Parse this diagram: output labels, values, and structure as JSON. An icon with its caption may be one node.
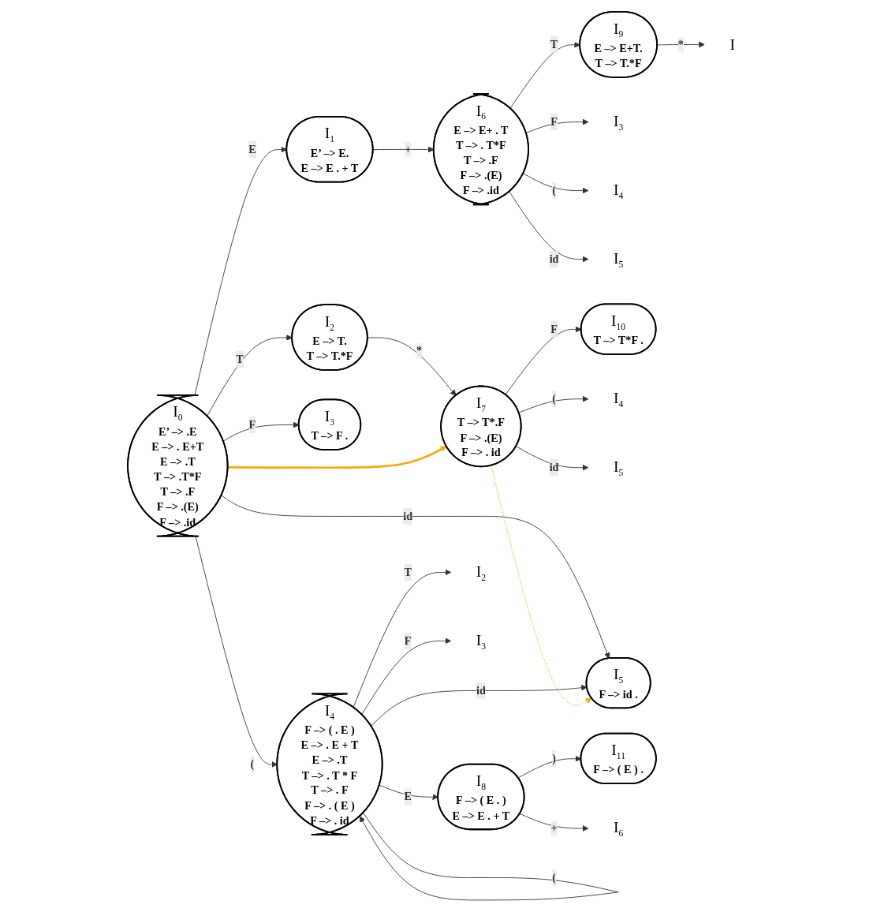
{
  "diagram": {
    "nodes": [
      {
        "text": [
          "I$_{0}$",
          "E’ –> .E",
          "E –> . E+T",
          "E –> .T",
          "T –> .T*F",
          "T –> .F",
          "F –> .(E)",
          "F –> .id"
        ]
      },
      {
        "text": [
          "I$_{1}$",
          "E’ –> E.",
          "E –> E . + T"
        ]
      },
      {
        "text": [
          "I$_{6}$",
          "E –> E+ . T",
          "T –> . T*F",
          "T –> .F",
          "F –> .(E)",
          "F –> .id"
        ]
      },
      {
        "text": [
          "I$_{9}$",
          "E –> E+T.",
          "T –> T.*F"
        ]
      },
      {
        "text": [
          "I"
        ]
      },
      {
        "text": [
          "I$_{3}$"
        ]
      },
      {
        "text": [
          "I$_{4}$"
        ]
      },
      {
        "text": [
          "I$_{5}$"
        ]
      },
      {
        "text": [
          "I$_{2}$",
          "E –> T.",
          "T –> T.*F"
        ]
      },
      {
        "text": [
          "I$_{7}$",
          "T –> T*.F",
          "F –> .(E)",
          "F –> . id"
        ]
      },
      {
        "text": [
          "I$_{10}$",
          "T –> T*F ."
        ]
      },
      {
        "text": [
          "I$_{4}$"
        ]
      },
      {
        "text": [
          "I$_{5}$"
        ]
      },
      {
        "text": [
          "I$_{3}$",
          "T –> F ."
        ]
      },
      {
        "text": [
          "I$_{5}$",
          "F –> id ."
        ]
      },
      {
        "text": [
          "I$_{4}$",
          "F –> ( . E )",
          "E –> . E + T",
          "E –> .T",
          "T –> . T * F",
          "T –> . F",
          "F –> . ( E )",
          "F –> . id"
        ]
      },
      {
        "text": [
          "I$_{8}$",
          "F –> ( E . )",
          "E –> E . + T"
        ]
      },
      {
        "text": [
          "I$_{11}$",
          "F –> ( E ) ."
        ]
      },
      {
        "text": [
          "I$_{2}$"
        ]
      },
      {
        "text": [
          "I$_{6}$"
        ]
      },
      {
        "text": [
          "I$_{3}$"
        ]
      }
    ],
    "edges": [
      {
        "from": 0,
        "to": 1,
        "arrow": "to",
        "label": "E"
      },
      {
        "from": 1,
        "to": 2,
        "arrow": "to",
        "label": "+"
      },
      {
        "from": 2,
        "to": 3,
        "arrow": "to",
        "label": "T"
      },
      {
        "from": 3,
        "to": 4,
        "arrow": "to",
        "label": "*"
      },
      {
        "from": 2,
        "to": 5,
        "arrow": "to",
        "label": "F"
      },
      {
        "from": 2,
        "to": 6,
        "arrow": "to",
        "label": "("
      },
      {
        "from": 2,
        "to": 7,
        "arrow": "to",
        "label": "id"
      },
      {
        "from": 0,
        "to": 8,
        "arrow": "to",
        "label": "T"
      },
      {
        "from": 8,
        "to": 9,
        "arrow": "to",
        "label": "*"
      },
      {
        "from": 9,
        "to": 10,
        "arrow": "to",
        "label": "F"
      },
      {
        "from": 9,
        "to": 11,
        "arrow": "to",
        "label": "("
      },
      {
        "from": 9,
        "to": 12,
        "arrow": "to",
        "label": "id"
      },
      {
        "from": 0,
        "to": 13,
        "arrow": "to",
        "label": "F"
      },
      {
        "from": 0,
        "to": 15,
        "arrow": "to",
        "label": "("
      },
      {
        "from": 0,
        "to": 14,
        "arrow": "to",
        "label": "id"
      },
      {
        "from": 15,
        "to": 16,
        "arrow": "to",
        "label": "E"
      },
      {
        "from": 16,
        "to": 17,
        "arrow": "to",
        "label": ")"
      },
      {
        "from": 16,
        "to": 19,
        "arrow": "to",
        "label": "+"
      },
      {
        "from": 15,
        "to": 18,
        "arrow": "to",
        "label": "T"
      },
      {
        "from": 15,
        "to": 20,
        "arrow": "to",
        "label": "F"
      },
      {
        "from": 15,
        "to": 14,
        "arrow": "to",
        "label": "id"
      },
      {
        "from": 15,
        "to": 15,
        "arrow": "to",
        "label": "("
      },
      {
        "from": 0,
        "to": 9,
        "arrow": "to",
        "color": "#ffa500",
        "style": "thick"
      },
      {
        "from": 9,
        "to": 14,
        "arrow": "to",
        "color": "#ffa500",
        "style": "dashed"
      }
    ]
  }
}
